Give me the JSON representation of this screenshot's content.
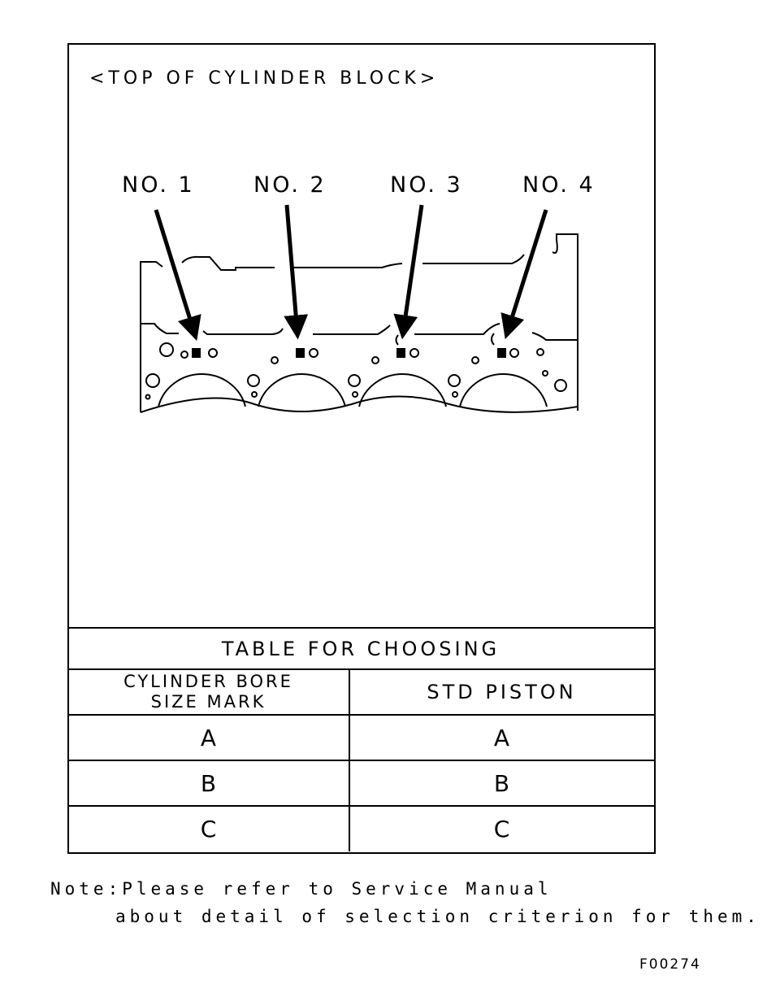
{
  "diagram": {
    "title": "<TOP OF CYLINDER BLOCK>",
    "cylinders": [
      "NO. 1",
      "NO. 2",
      "NO. 3",
      "NO. 4"
    ]
  },
  "table": {
    "title": "TABLE FOR CHOOSING",
    "headers": [
      "CYLINDER BORE\nSIZE MARK",
      "STD PISTON"
    ],
    "rows": [
      [
        "A",
        "A"
      ],
      [
        "B",
        "B"
      ],
      [
        "C",
        "C"
      ]
    ]
  },
  "note": {
    "line1": "Note:Please refer to Service Manual",
    "line2": "about detail of selection criterion for them."
  },
  "figure_id": "F00274"
}
